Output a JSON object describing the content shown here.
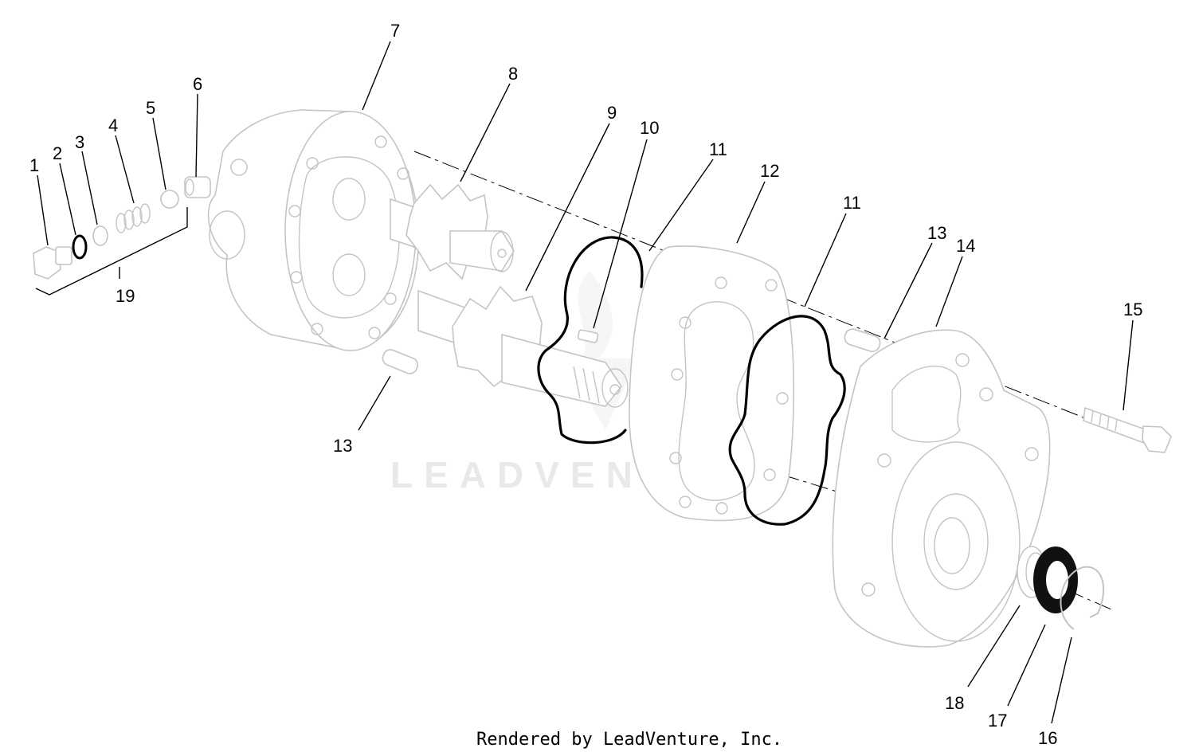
{
  "diagram": {
    "callouts": [
      {
        "id": "c1",
        "text": "1"
      },
      {
        "id": "c2",
        "text": "2"
      },
      {
        "id": "c3",
        "text": "3"
      },
      {
        "id": "c4",
        "text": "4"
      },
      {
        "id": "c5",
        "text": "5"
      },
      {
        "id": "c6",
        "text": "6"
      },
      {
        "id": "c7",
        "text": "7"
      },
      {
        "id": "c8",
        "text": "8"
      },
      {
        "id": "c9",
        "text": "9"
      },
      {
        "id": "c10",
        "text": "10"
      },
      {
        "id": "c11a",
        "text": "11"
      },
      {
        "id": "c12",
        "text": "12"
      },
      {
        "id": "c11b",
        "text": "11"
      },
      {
        "id": "c13a",
        "text": "13"
      },
      {
        "id": "c14",
        "text": "14"
      },
      {
        "id": "c15",
        "text": "15"
      },
      {
        "id": "c13b",
        "text": "13"
      },
      {
        "id": "c18",
        "text": "18"
      },
      {
        "id": "c17",
        "text": "17"
      },
      {
        "id": "c16",
        "text": "16"
      },
      {
        "id": "c19",
        "text": "19"
      }
    ],
    "watermark": "LEADVENTURE",
    "footer": "Rendered by LeadVenture, Inc.",
    "colors": {
      "line": "#c4c4c4",
      "ink": "#000000",
      "watermark": "#e9e9e9"
    }
  }
}
